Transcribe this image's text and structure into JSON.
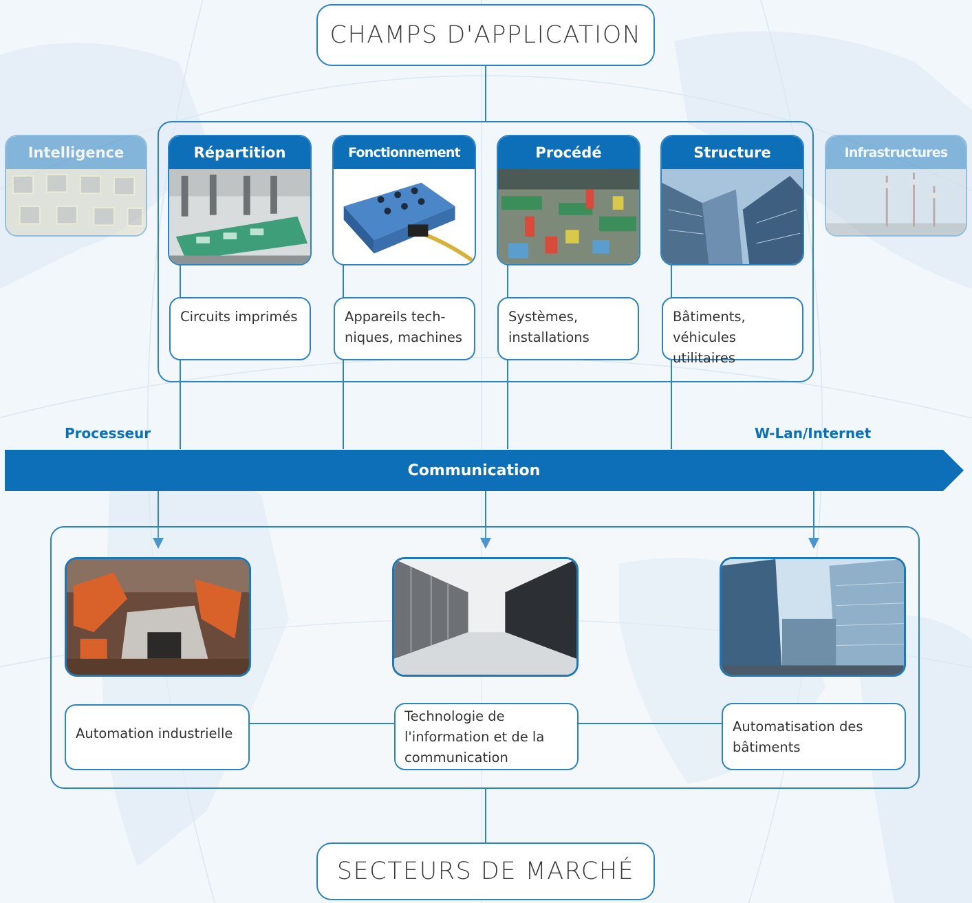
{
  "top_title": "CHAMPS D'APPLICATION",
  "bottom_title": "SECTEURS DE MARCHÉ",
  "columns": [
    {
      "header": "Intelligence",
      "image_icon": "chip-grid-image"
    },
    {
      "header": "Répartition",
      "image_icon": "circuit-board-image",
      "label": "Circuits imprimés"
    },
    {
      "header": "Fonctionnement",
      "image_icon": "io-module-image",
      "label": "Appareils tech-\nniques, machines"
    },
    {
      "header": "Procédé",
      "image_icon": "industrial-installation-image",
      "label": "Systèmes,\ninstallations"
    },
    {
      "header": "Structure",
      "image_icon": "office-tower-image",
      "label": "Bâtiments,\nvéhicules utilitaires"
    },
    {
      "header": "Infrastructures",
      "image_icon": "antenna-tower-image"
    }
  ],
  "communication": {
    "left_label": "Processeur",
    "right_label": "W-Lan/Internet",
    "band_label": "Communication"
  },
  "markets": [
    {
      "label": "Automation industrielle",
      "image_icon": "car-factory-robots-image"
    },
    {
      "label": "Technologie de\nl'information et de la\ncommunication",
      "image_icon": "server-room-image"
    },
    {
      "label": "Automatisation des\nbâtiments",
      "image_icon": "modern-building-image"
    }
  ],
  "colors": {
    "primary": "#0d6fb8",
    "line": "#2a83c3",
    "background": "#f3f8fc"
  }
}
